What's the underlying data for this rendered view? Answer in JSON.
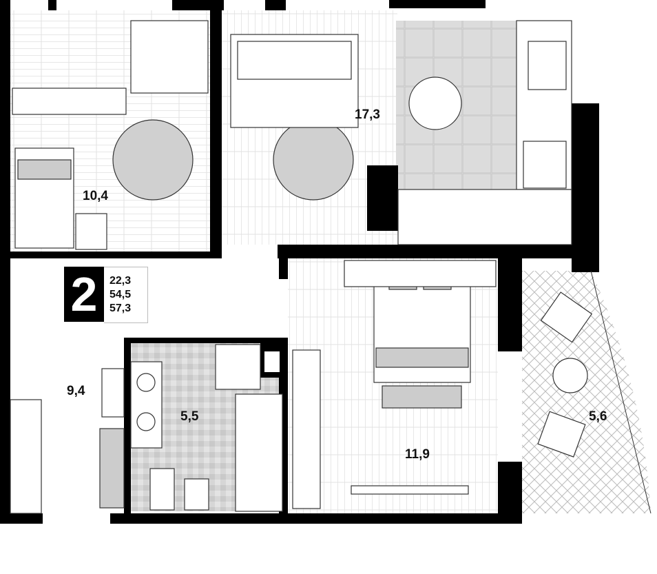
{
  "apartment": {
    "rooms_count": "2",
    "areas": [
      "22,3",
      "54,5",
      "57,3"
    ]
  },
  "rooms": [
    {
      "name": "bedroom-1",
      "area": "10,4"
    },
    {
      "name": "living-kitchen",
      "area": "17,3"
    },
    {
      "name": "hallway",
      "area": "9,4"
    },
    {
      "name": "bathroom",
      "area": "5,5"
    },
    {
      "name": "bedroom-2",
      "area": "11,9"
    },
    {
      "name": "balcony",
      "area": "5,6"
    }
  ],
  "colors": {
    "wall": "#000000",
    "floor_line": "#cfcfcf",
    "tile": "#d9d9d9",
    "rug": "#d0d0d0"
  }
}
